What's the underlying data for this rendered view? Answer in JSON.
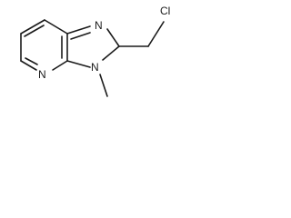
{
  "molecule": {
    "atoms": {
      "imidazole_n_top": "N",
      "imidazole_n_methyl": "N",
      "pyridine_n": "N",
      "chlorine": "Cl"
    }
  }
}
